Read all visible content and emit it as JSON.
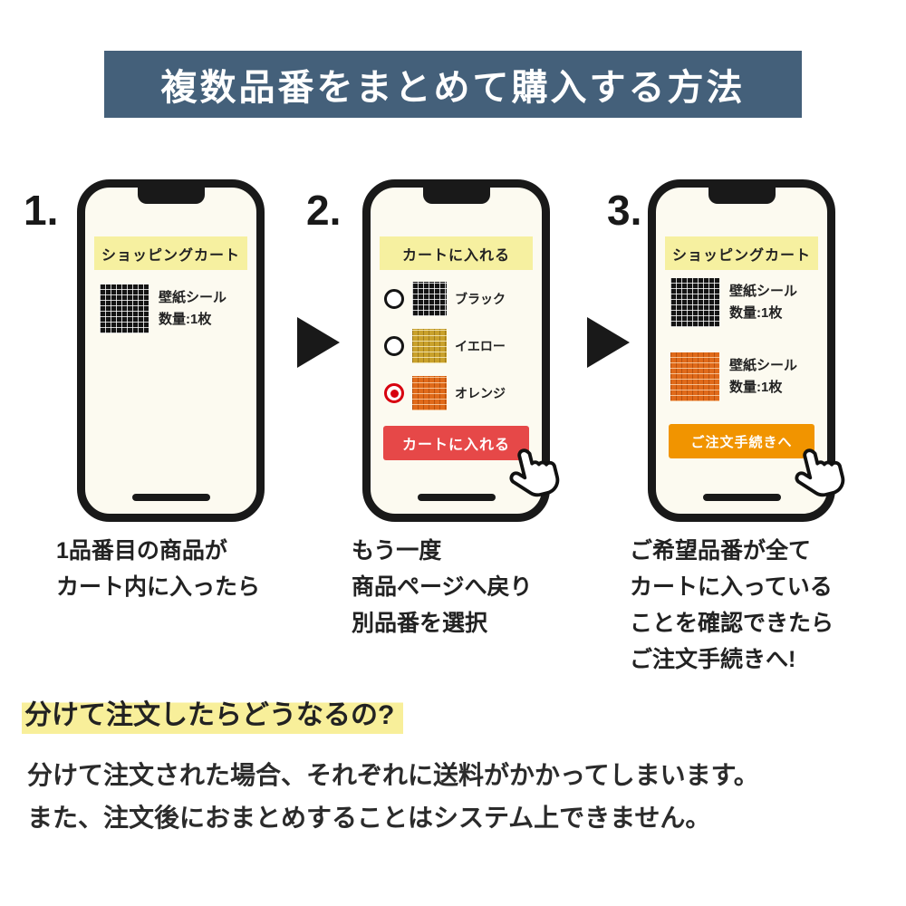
{
  "colors": {
    "banner_bg": "#44607a",
    "phone_header_bg": "#f6f0a0",
    "add_to_cart_button_bg": "#e64848",
    "checkout_button_bg": "#f19400",
    "highlight_yellow": "#f8ef9a",
    "selected_radio_red": "#d7000f"
  },
  "icons": {
    "arrow": "right-triangle-arrow",
    "hand": "pointing-hand-cursor",
    "radio": "radio-circle"
  },
  "header": {
    "title": "複数品番をまとめて購入する方法"
  },
  "steps": [
    {
      "number": "1.",
      "phone": {
        "banner": "ショッピングカート",
        "items": [
          {
            "swatch": "black-grid",
            "name": "壁紙シール",
            "quantity": "数量:1枚"
          }
        ]
      },
      "caption": [
        "1品番目の商品が",
        "カート内に入ったら"
      ]
    },
    {
      "number": "2.",
      "phone": {
        "banner": "カートに入れる",
        "options": [
          {
            "swatch": "black-grid",
            "label": "ブラック",
            "selected": false
          },
          {
            "swatch": "yellow-grid",
            "label": "イエロー",
            "selected": false
          },
          {
            "swatch": "orange-grid",
            "label": "オレンジ",
            "selected": true
          }
        ],
        "button": {
          "label": "カートに入れる"
        }
      },
      "caption": [
        "もう一度",
        "商品ページへ戻り",
        "別品番を選択"
      ]
    },
    {
      "number": "3.",
      "phone": {
        "banner": "ショッピングカート",
        "items": [
          {
            "swatch": "black-grid",
            "name": "壁紙シール",
            "quantity": "数量:1枚"
          },
          {
            "swatch": "orange-grid",
            "name": "壁紙シール",
            "quantity": "数量:1枚"
          }
        ],
        "button": {
          "label": "ご注文手続きへ"
        }
      },
      "caption": [
        "ご希望品番が全て",
        "カートに入っている",
        "ことを確認できたら",
        "ご注文手続きへ!"
      ]
    }
  ],
  "footer": {
    "heading": "分けて注文したらどうなるの?",
    "body": [
      "分けて注文された場合、それぞれに送料がかかってしまいます。",
      "また、注文後におまとめすることはシステム上できません。"
    ]
  }
}
